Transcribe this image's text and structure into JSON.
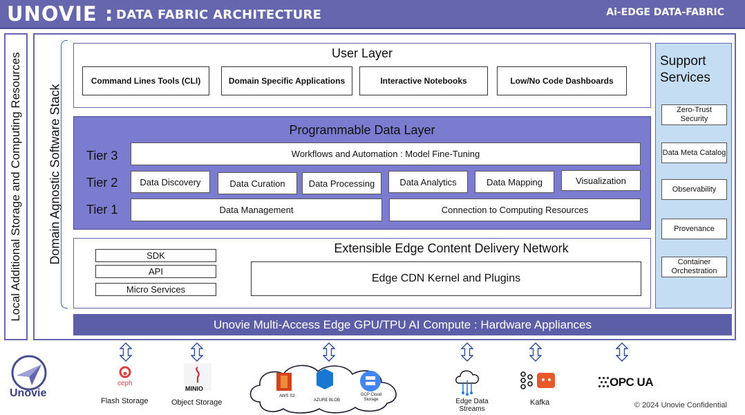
{
  "header": {
    "brand": "UNOVIE :",
    "subtitle": "DATA FABRIC ARCHITECTURE",
    "tag": "Ai-EDGE  DATA-FABRIC"
  },
  "left_label": "Local Additional Storage and Computing Resources",
  "stack_label": "Domain Agnostic Software Stack",
  "user_layer": {
    "title": "User Layer",
    "items": [
      "Command Lines Tools (CLI)",
      "Domain Specific Applications",
      "Interactive Notebooks",
      "Low/No Code Dashboards"
    ]
  },
  "support": {
    "title_line1": "Support",
    "title_line2": "Services",
    "items": [
      "Zero-Trust Security",
      "Data Meta Catalog",
      "Observability",
      "Provenance",
      "Container Orchestration"
    ]
  },
  "programmable": {
    "title": "Programmable Data Layer",
    "tier3_label": "Tier 3",
    "tier2_label": "Tier 2",
    "tier1_label": "Tier 1",
    "tier3": [
      "Workflows and Automation : Model Fine-Tuning"
    ],
    "tier2": [
      "Data Discovery",
      "Data Curation",
      "Data Processing",
      "Data Analytics",
      "Data Mapping",
      "Visualization"
    ],
    "tier1": [
      "Data Management",
      "Connection to Computing Resources"
    ]
  },
  "cdn": {
    "title": "Extensible Edge Content Delivery Network",
    "left_items": [
      "SDK",
      "API",
      "Micro Services"
    ],
    "kernel": "Edge CDN Kernel and Plugins"
  },
  "hardware": "Unovie Multi-Access Edge GPU/TPU AI Compute : Hardware Appliances",
  "bottom": {
    "logo_text": "Unovie",
    "ceph_text": "ceph",
    "flash": "Flash Storage",
    "minio_text": "MINIO",
    "object": "Object Storage",
    "aws": "AWS S3",
    "azure": "AZURE BLOB",
    "gcp": "GCP Cloud Storage",
    "edge_streams": "Edge Data Streams",
    "kafka": "Kafka",
    "opcua": "OPC UA",
    "copyright": "© 2024 Unovie Confidential"
  },
  "colors": {
    "header": "#6566ad",
    "programmable": "#7b7cd0",
    "support": "#c5ddf3",
    "hardware": "#5d5ea8"
  }
}
